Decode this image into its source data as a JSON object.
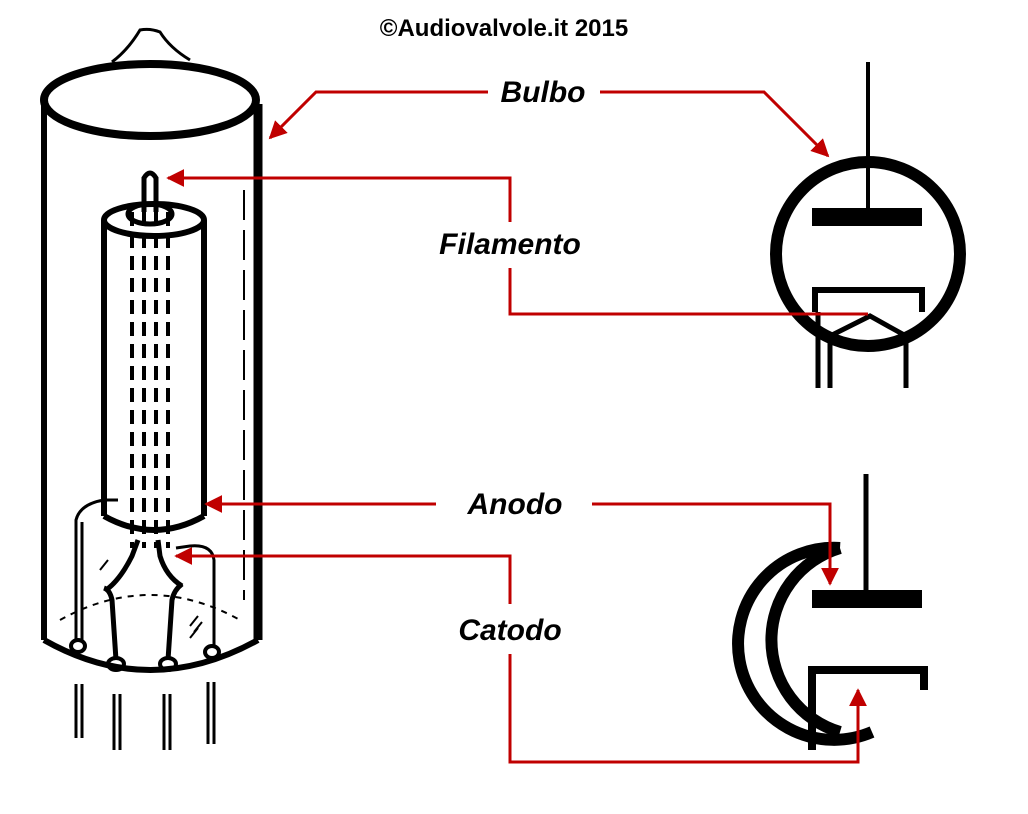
{
  "title": "©Audiovalvole.it 2015",
  "labels": {
    "bulbo": "Bulbo",
    "filamento": "Filamento",
    "anodo": "Anodo",
    "catodo": "Catodo"
  },
  "colors": {
    "arrow": "#c00000",
    "line": "#000000",
    "background": "#ffffff"
  }
}
